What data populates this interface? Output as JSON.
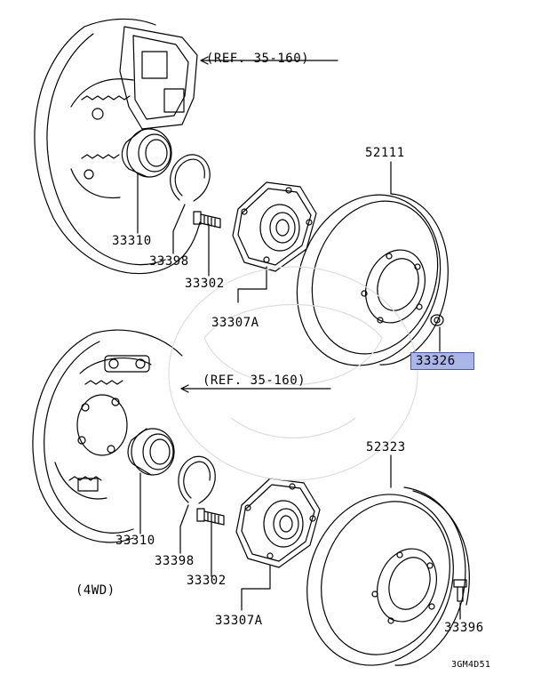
{
  "diagram": {
    "top_section": {
      "ref_label": "(REF. 35-160)",
      "parts": {
        "bearing": "33310",
        "snap_ring": "33398",
        "stud_bolt": "33302",
        "hub": "33307A",
        "rotor": "52111",
        "nut": "33326"
      }
    },
    "bottom_section": {
      "ref_label": "(REF. 35-160)",
      "variant_label": "(4WD)",
      "parts": {
        "bearing": "33310",
        "snap_ring": "33398",
        "stud_bolt": "33302",
        "hub": "33307A",
        "drum": "52323",
        "screw": "33396"
      }
    },
    "diagram_code": "3GM4D51",
    "highlight_part": "33326",
    "colors": {
      "highlight_fill": "#a9b6e8",
      "highlight_border": "#4a5aa8",
      "line": "#000000"
    }
  }
}
